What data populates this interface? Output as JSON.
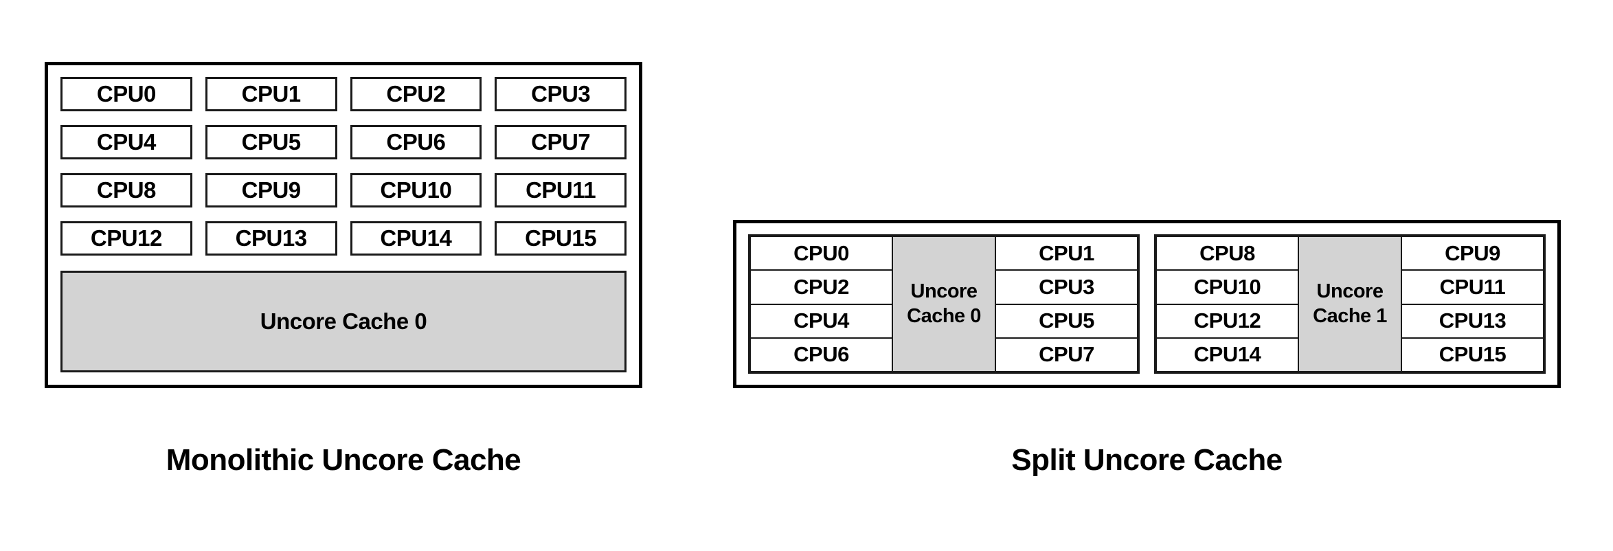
{
  "diagram": {
    "colors": {
      "cache_fill": "#d3d3d3",
      "border": "#000000",
      "background": "#ffffff"
    },
    "monolithic": {
      "caption": "Monolithic Uncore Cache",
      "cpus": [
        "CPU0",
        "CPU1",
        "CPU2",
        "CPU3",
        "CPU4",
        "CPU5",
        "CPU6",
        "CPU7",
        "CPU8",
        "CPU9",
        "CPU10",
        "CPU11",
        "CPU12",
        "CPU13",
        "CPU14",
        "CPU15"
      ],
      "cache_label": "Uncore Cache 0"
    },
    "split": {
      "caption": "Split Uncore Cache",
      "groups": [
        {
          "left_cpus": [
            "CPU0",
            "CPU2",
            "CPU4",
            "CPU6"
          ],
          "cache_label": "Uncore Cache 0",
          "right_cpus": [
            "CPU1",
            "CPU3",
            "CPU5",
            "CPU7"
          ]
        },
        {
          "left_cpus": [
            "CPU8",
            "CPU10",
            "CPU12",
            "CPU14"
          ],
          "cache_label": "Uncore Cache 1",
          "right_cpus": [
            "CPU9",
            "CPU11",
            "CPU13",
            "CPU15"
          ]
        }
      ]
    }
  }
}
